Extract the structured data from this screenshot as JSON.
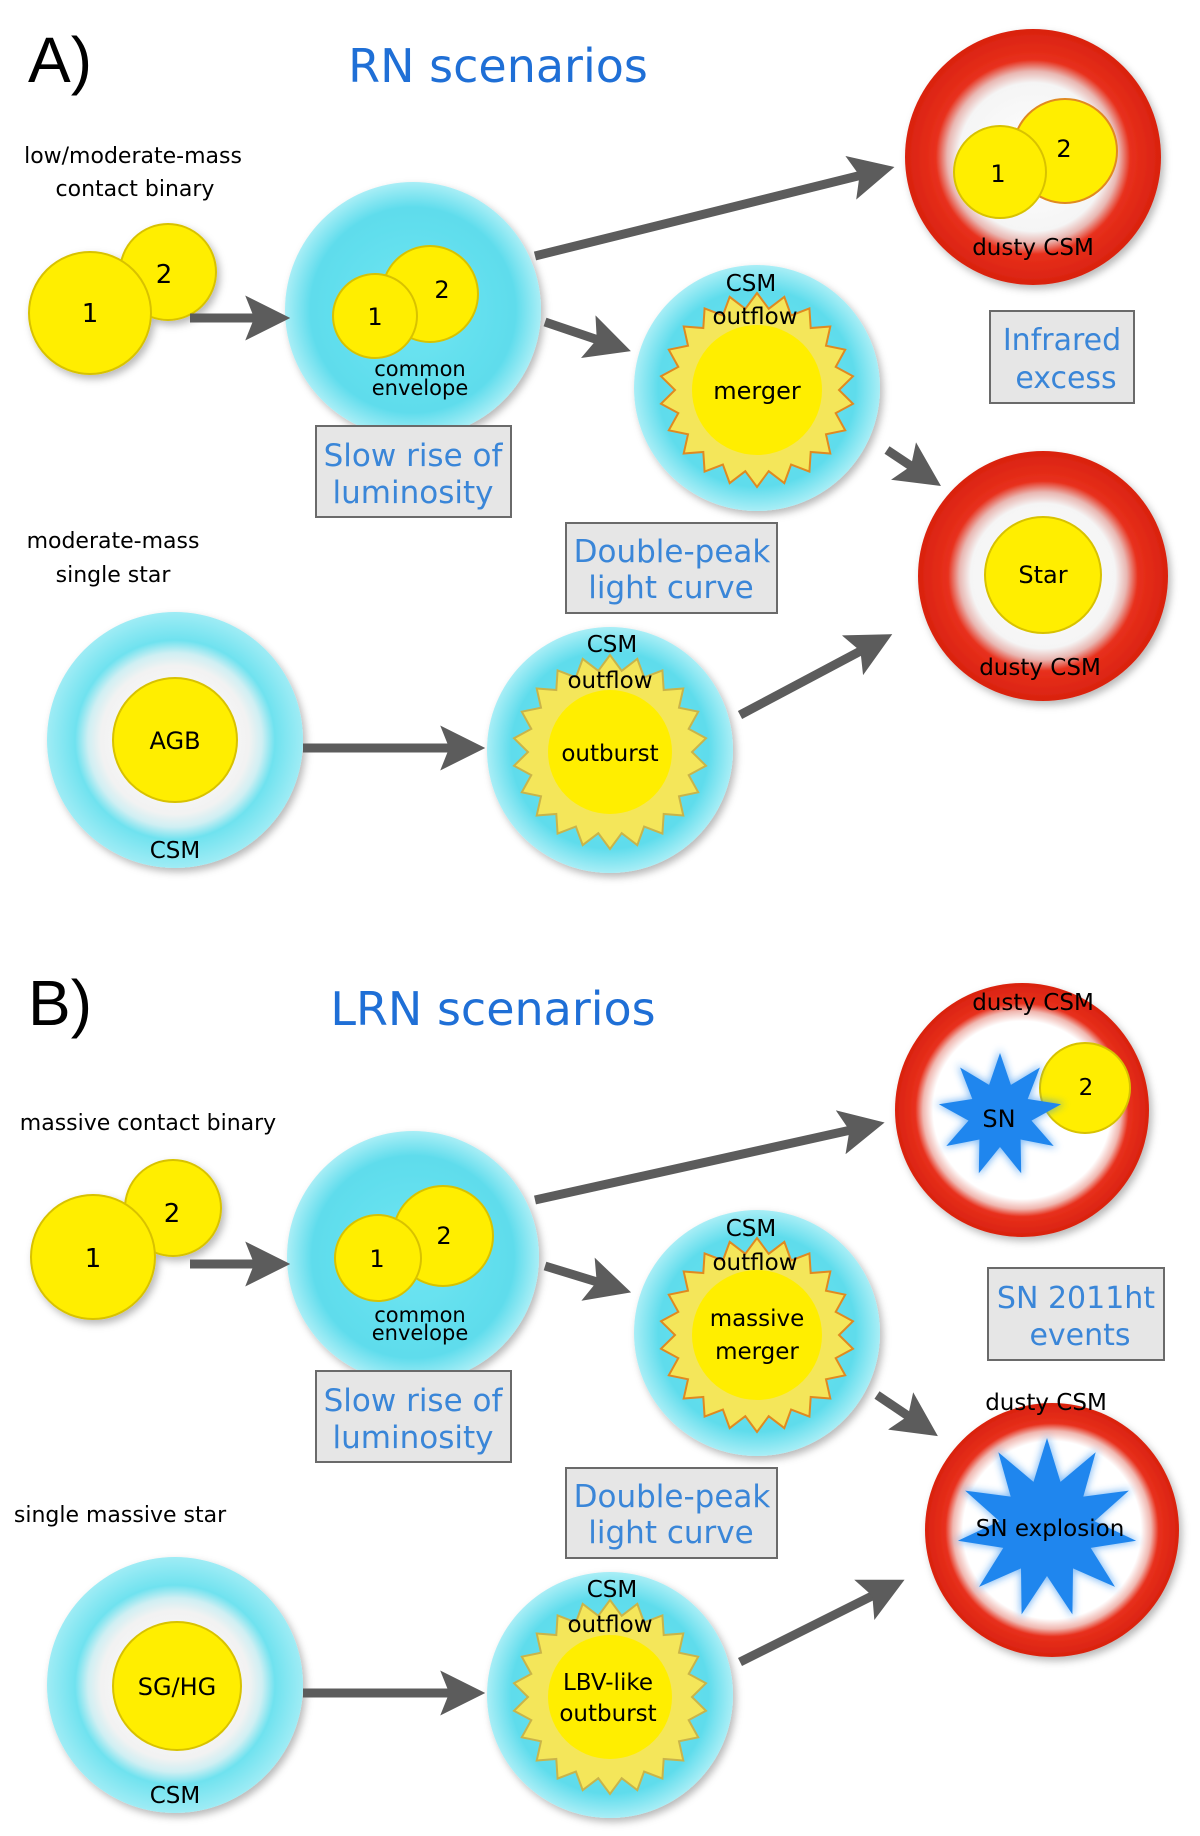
{
  "colors": {
    "star_yellow": "#ffee00",
    "star_stroke": "#c8b000",
    "cyan_envelope": "#5ee0ee",
    "red_dust": "#e8301c",
    "arrow_gray": "#5c5c5c",
    "sn_blue": "#1f86ee",
    "title_blue": "#1f6fd6",
    "box_gray": "#e6e6e6"
  },
  "panel_a": {
    "letter": "A)",
    "title": "RN scenarios",
    "binary_label_1": "low/moderate-mass",
    "binary_label_2": "contact binary",
    "star1": "1",
    "star2": "2",
    "ce_star1": "1",
    "ce_star2": "2",
    "ce_label_1": "common",
    "ce_label_2": "envelope",
    "merger_csm": "CSM",
    "merger_outflow": "outflow",
    "merger_core": "merger",
    "top_result_star1": "1",
    "top_result_star2": "2",
    "top_result_csm": "dusty CSM",
    "infrared_1": "Infrared",
    "infrared_2": "excess",
    "slow_rise_1": "Slow rise of",
    "slow_rise_2": "luminosity",
    "single_label_1": "moderate-mass",
    "single_label_2": "single star",
    "double_peak_1": "Double-peak",
    "double_peak_2": "light curve",
    "agb_core": "AGB",
    "agb_csm": "CSM",
    "outburst_csm": "CSM",
    "outburst_outflow": "outflow",
    "outburst_core": "outburst",
    "final_core": "Star",
    "final_csm": "dusty CSM"
  },
  "panel_b": {
    "letter": "B)",
    "title": "LRN scenarios",
    "binary_label": "massive contact binary",
    "star1": "1",
    "star2": "2",
    "ce_star1": "1",
    "ce_star2": "2",
    "ce_label_1": "common",
    "ce_label_2": "envelope",
    "merger_csm": "CSM",
    "merger_outflow": "outflow",
    "merger_core_1": "massive",
    "merger_core_2": "merger",
    "top_result_csm": "dusty CSM",
    "top_result_sn": "SN",
    "top_result_star2": "2",
    "sn2011_1": "SN 2011ht",
    "sn2011_2": "events",
    "slow_rise_1": "Slow rise of",
    "slow_rise_2": "luminosity",
    "single_label": "single massive star",
    "double_peak_1": "Double-peak",
    "double_peak_2": "light curve",
    "sghg_core": "SG/HG",
    "sghg_csm": "CSM",
    "lbv_csm": "CSM",
    "lbv_outflow": "outflow",
    "lbv_core_1": "LBV-like",
    "lbv_core_2": "outburst",
    "final_csm": "dusty CSM",
    "final_core": "SN explosion"
  }
}
